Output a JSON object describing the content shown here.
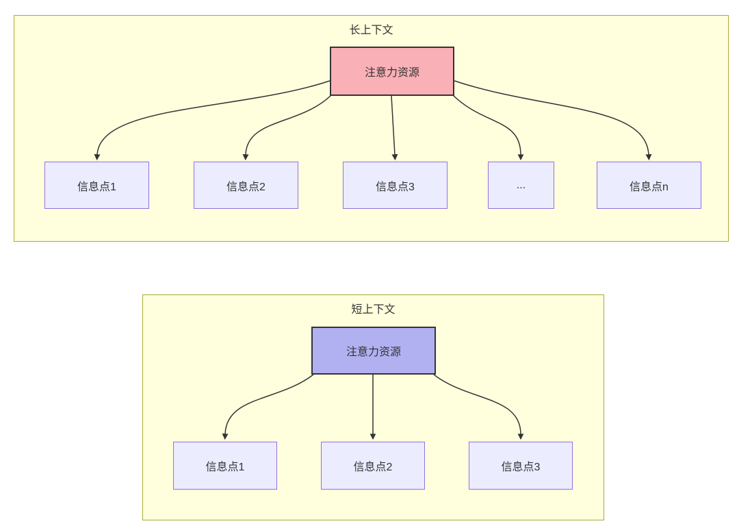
{
  "diagram": {
    "type": "flowchart",
    "sections": [
      {
        "title": "长上下文",
        "attention_label": "注意力资源",
        "nodes": [
          "信息点1",
          "信息点2",
          "信息点3",
          "...",
          "信息点n"
        ]
      },
      {
        "title": "短上下文",
        "attention_label": "注意力资源",
        "nodes": [
          "信息点1",
          "信息点2",
          "信息点3"
        ]
      }
    ],
    "colors": {
      "container_fill": "#ffffde",
      "container_border": "#aaaa33",
      "attention_long_fill": "#f9b0b7",
      "attention_short_fill": "#b1b1f2",
      "attention_border": "#333333",
      "node_fill": "#ececff",
      "node_border": "#9370db",
      "edge": "#333333",
      "text": "#333333"
    }
  }
}
